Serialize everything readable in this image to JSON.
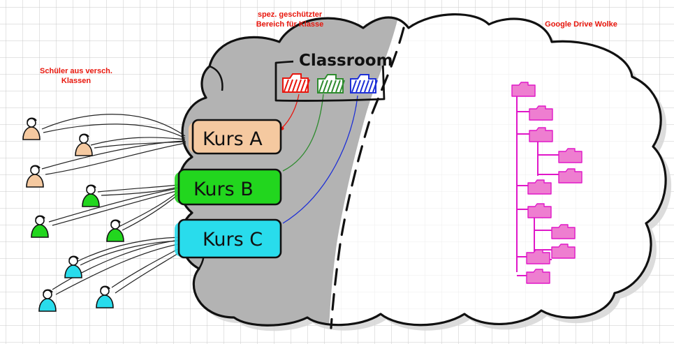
{
  "labels": {
    "students": "Schüler aus versch. Klassen",
    "students_line1": "Schüler aus versch.",
    "students_line2": "Klassen",
    "protected_line1": "spez. geschützter",
    "protected_line2": "Bereich für Klasse",
    "drive_cloud": "Google Drive Wolke",
    "classroom": "Classroom"
  },
  "courses": [
    {
      "label": "Kurs A",
      "color": "#f5c9a0",
      "link_color": "#e8140c"
    },
    {
      "label": "Kurs B",
      "color": "#22d61e",
      "link_color": "#2e8b2e"
    },
    {
      "label": "Kurs C",
      "color": "#29dcec",
      "link_color": "#1d2fd6"
    }
  ],
  "colors": {
    "caption_red": "#e8160c",
    "grid": "#c9c9c9",
    "protected_area": "#b3b3b3",
    "drive_folders": "#ee7ed0",
    "tree_lines": "#e017c8"
  },
  "students": [
    {
      "group": "Kurs A",
      "icon": "person-icon"
    },
    {
      "group": "Kurs A",
      "icon": "person-icon"
    },
    {
      "group": "Kurs A",
      "icon": "person-icon"
    },
    {
      "group": "Kurs B",
      "icon": "person-icon"
    },
    {
      "group": "Kurs B",
      "icon": "person-icon"
    },
    {
      "group": "Kurs B",
      "icon": "person-icon"
    },
    {
      "group": "Kurs C",
      "icon": "person-icon"
    },
    {
      "group": "Kurs C",
      "icon": "person-icon"
    },
    {
      "group": "Kurs C",
      "icon": "person-icon"
    }
  ],
  "classroom_folders": [
    {
      "course": "Kurs A",
      "icon": "folder-icon"
    },
    {
      "course": "Kurs B",
      "icon": "folder-icon"
    },
    {
      "course": "Kurs C",
      "icon": "folder-icon"
    }
  ],
  "drive_folder_icon": "folder-icon"
}
